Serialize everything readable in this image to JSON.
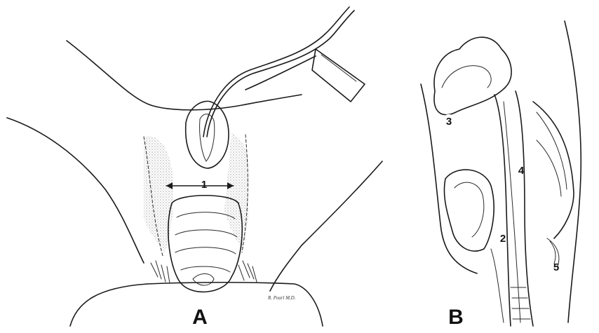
{
  "figure": {
    "panels": [
      {
        "letter": "A",
        "callouts": [
          "1"
        ]
      },
      {
        "letter": "B",
        "callouts": [
          "2",
          "3",
          "4",
          "5"
        ]
      }
    ],
    "signature": "R. Pearl M.D."
  }
}
